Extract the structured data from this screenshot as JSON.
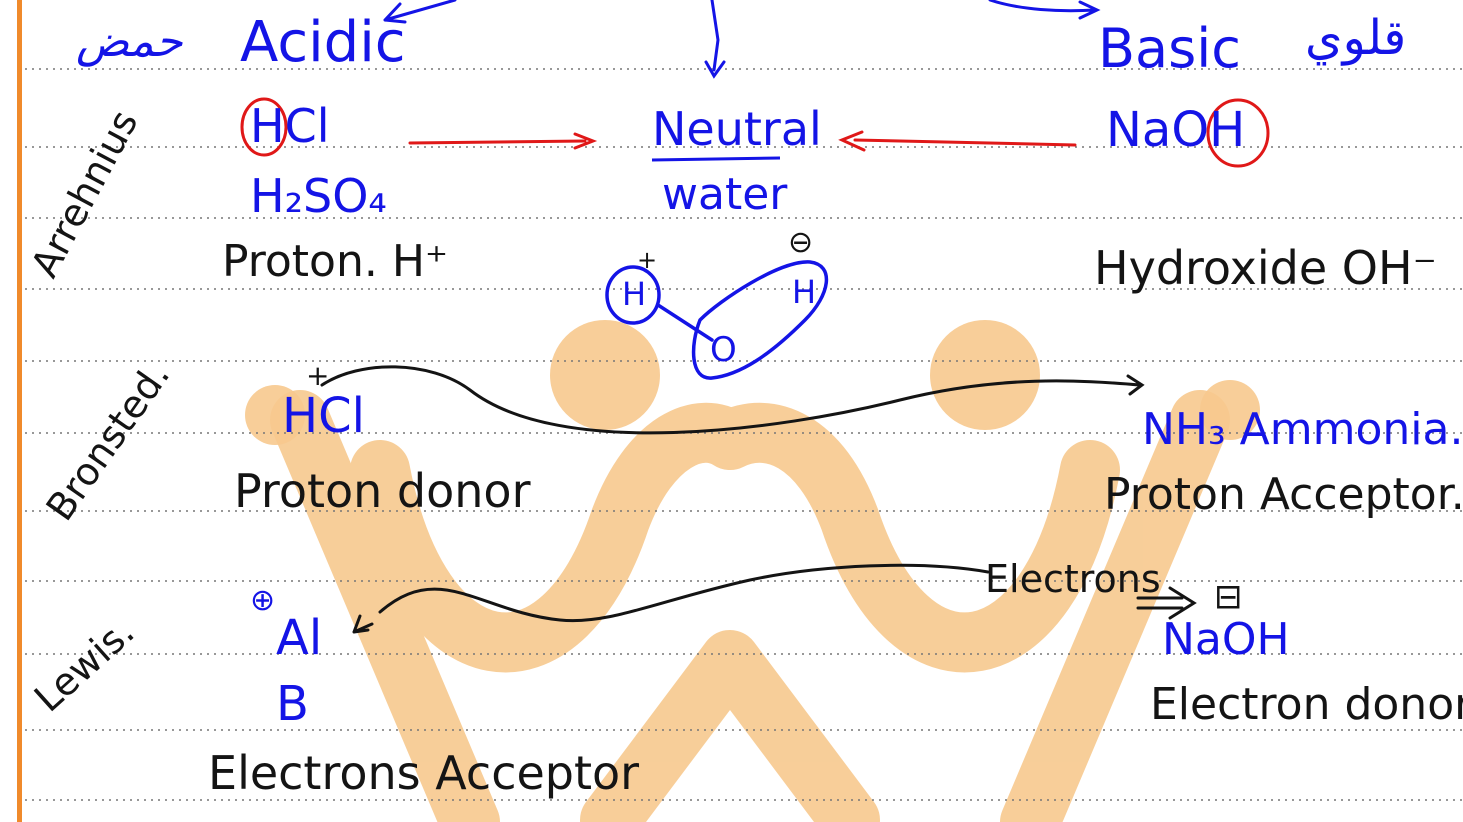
{
  "colors": {
    "ink_blue": "#1414e6",
    "ink_black": "#141414",
    "ink_red": "#e01818",
    "margin": "#f08a2b",
    "watermark": "#f7c98e",
    "rule": "#777777"
  },
  "header": {
    "acid_arabic": "حمض",
    "acid": "Acidic",
    "base": "Basic",
    "base_arabic": "قلوي"
  },
  "arrhenius": {
    "label": "Arrehnius",
    "acid_1": "HCl",
    "acid_2": "H₂SO₄",
    "neutral": "Neutral",
    "water": "water",
    "base_1": "NaOH",
    "proton": "Proton. H⁺",
    "hydroxide": "Hydroxide OH⁻"
  },
  "water_molecule": {
    "h_left": "H",
    "h_right": "H",
    "o": "O",
    "plus": "+",
    "minus": "⊖"
  },
  "bronsted": {
    "label": "Bronsted.",
    "acid": "HCl",
    "plus": "+",
    "acid_role": "Proton donor",
    "base": "NH₃ Ammonia.",
    "base_role": "Proton Acceptor."
  },
  "lewis": {
    "label": "Lewis.",
    "plus": "⊕",
    "acid_1": "Al",
    "acid_2": "B",
    "acid_role": "Electrons Acceptor",
    "electrons": "Electrons",
    "minus": "⊟",
    "base": "NaOH",
    "base_role": "Electron donor."
  }
}
